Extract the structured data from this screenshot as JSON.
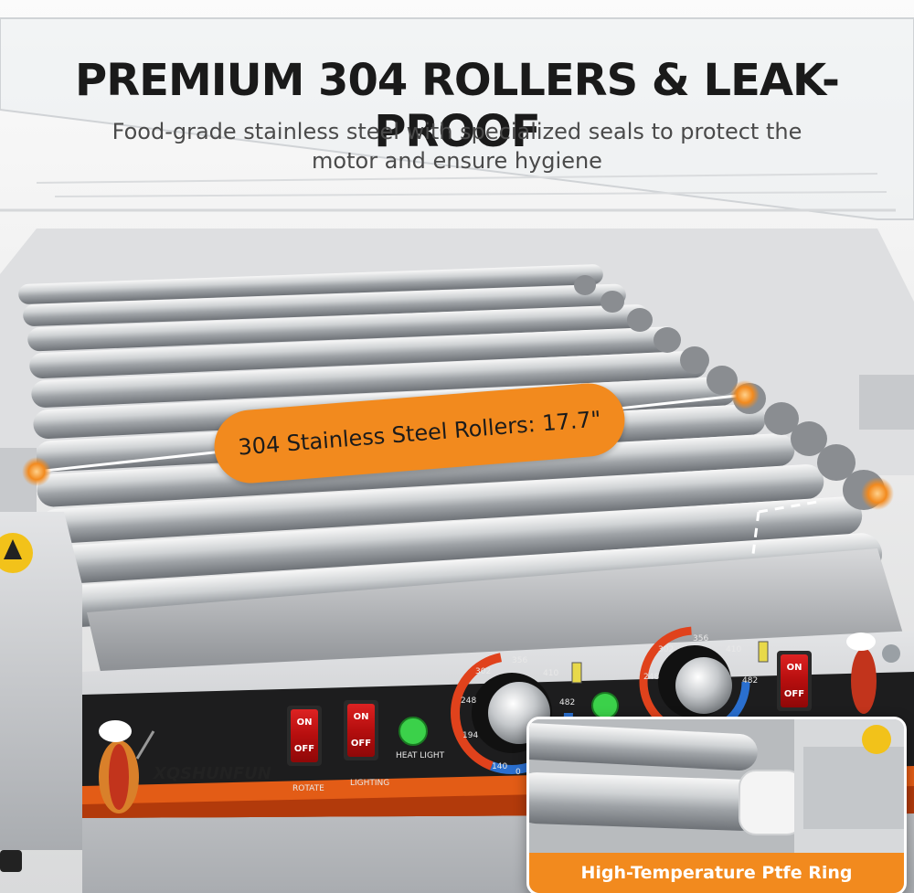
{
  "headline": "PREMIUM 304 ROLLERS & LEAK-PROOF",
  "subheadline": "Food-grade stainless steel with specialized seals to protect the motor and ensure hygiene",
  "callout": "304 Stainless Steel Rollers:  17.7\"",
  "inset_caption": "High-Temperature Ptfe Ring",
  "brand": "XQSHUNFUN",
  "panel": {
    "rotate_label": "ROTATE",
    "lighting_label": "LIGHTING",
    "heat_light_label": "HEAT LIGHT",
    "switch_on": "ON",
    "switch_off": "OFF"
  },
  "dial_left_ticks": [
    "194",
    "248",
    "302",
    "356",
    "410",
    "482",
    "140",
    "0"
  ],
  "dial_right_ticks": [
    "248",
    "302",
    "356",
    "410",
    "482"
  ],
  "colors": {
    "accent": "#f28a1e",
    "steel": "#c9cccf",
    "panel": "#1f1f1f",
    "switch_red": "#c01414",
    "indicator_green": "#3bd14a"
  }
}
